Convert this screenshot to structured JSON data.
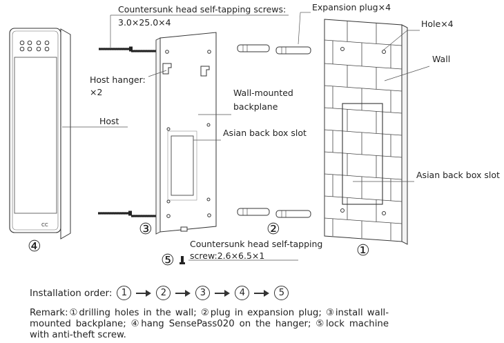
{
  "labels": {
    "screws_top_1": "Countersunk head self-tapping screws:",
    "screws_top_2": "3.0×25.0×4",
    "expansion_plug": "Expansion plug×4",
    "hole": "Hole×4",
    "wall": "Wall",
    "host_hanger_1": "Host hanger:",
    "host_hanger_2": "×2",
    "backplane_1": "Wall-mounted",
    "backplane_2": "backplane",
    "host": "Host",
    "asian_slot_plate": "Asian back box slot",
    "asian_slot_wall": "Asian back box slot",
    "screw_small_1": "Countersunk head self-tapping",
    "screw_small_2": "screw:2.6×6.5×1"
  },
  "step_markers": {
    "host": "④",
    "backplane": "③",
    "plugs": "②",
    "wall": "①",
    "screw": "⑤"
  },
  "installation_order": {
    "label": "Installation order:",
    "steps": [
      "1",
      "2",
      "3",
      "4",
      "5"
    ]
  },
  "remark": "Remark:①drilling holes in the wall; ②plug in expansion plug; ③install wall-mounted backplane; ④hang SensePass020 on the hanger; ⑤lock machine with anti-theft screw."
}
